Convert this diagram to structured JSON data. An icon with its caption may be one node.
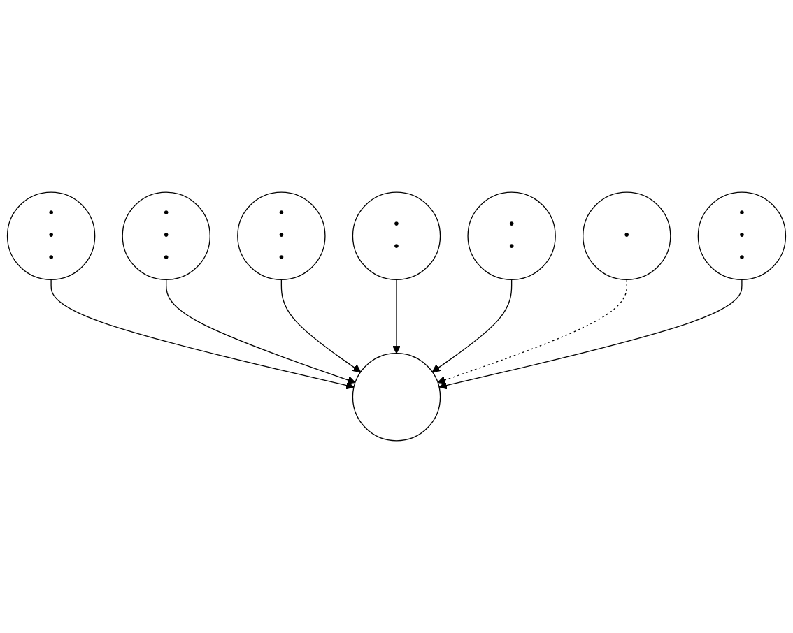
{
  "diagram": {
    "nodes": [
      {
        "text": [
          "•",
          "•",
          "•"
        ]
      },
      {
        "text": [
          "•",
          "•",
          "•"
        ]
      },
      {
        "text": [
          "•",
          "•",
          "•"
        ]
      },
      {
        "text": [
          "•",
          "•"
        ]
      },
      {
        "text": [],
        "shape": "circle"
      },
      {
        "text": [
          "•",
          "•"
        ]
      },
      {
        "text": [
          "•"
        ]
      },
      {
        "text": [
          "•",
          "•",
          "•"
        ]
      }
    ],
    "edges": [
      {
        "from": 0,
        "to": 4,
        "arrow": "to"
      },
      {
        "from": 1,
        "to": 4,
        "arrow": "to"
      },
      {
        "from": 2,
        "to": 4,
        "arrow": "to"
      },
      {
        "from": 3,
        "to": 4,
        "arrow": "to"
      },
      {
        "from": 5,
        "to": 4,
        "arrow": "to"
      },
      {
        "from": 6,
        "to": 4,
        "arrow": "to",
        "style": "dashed"
      },
      {
        "from": 7,
        "to": 4,
        "arrow": "to"
      }
    ]
  }
}
